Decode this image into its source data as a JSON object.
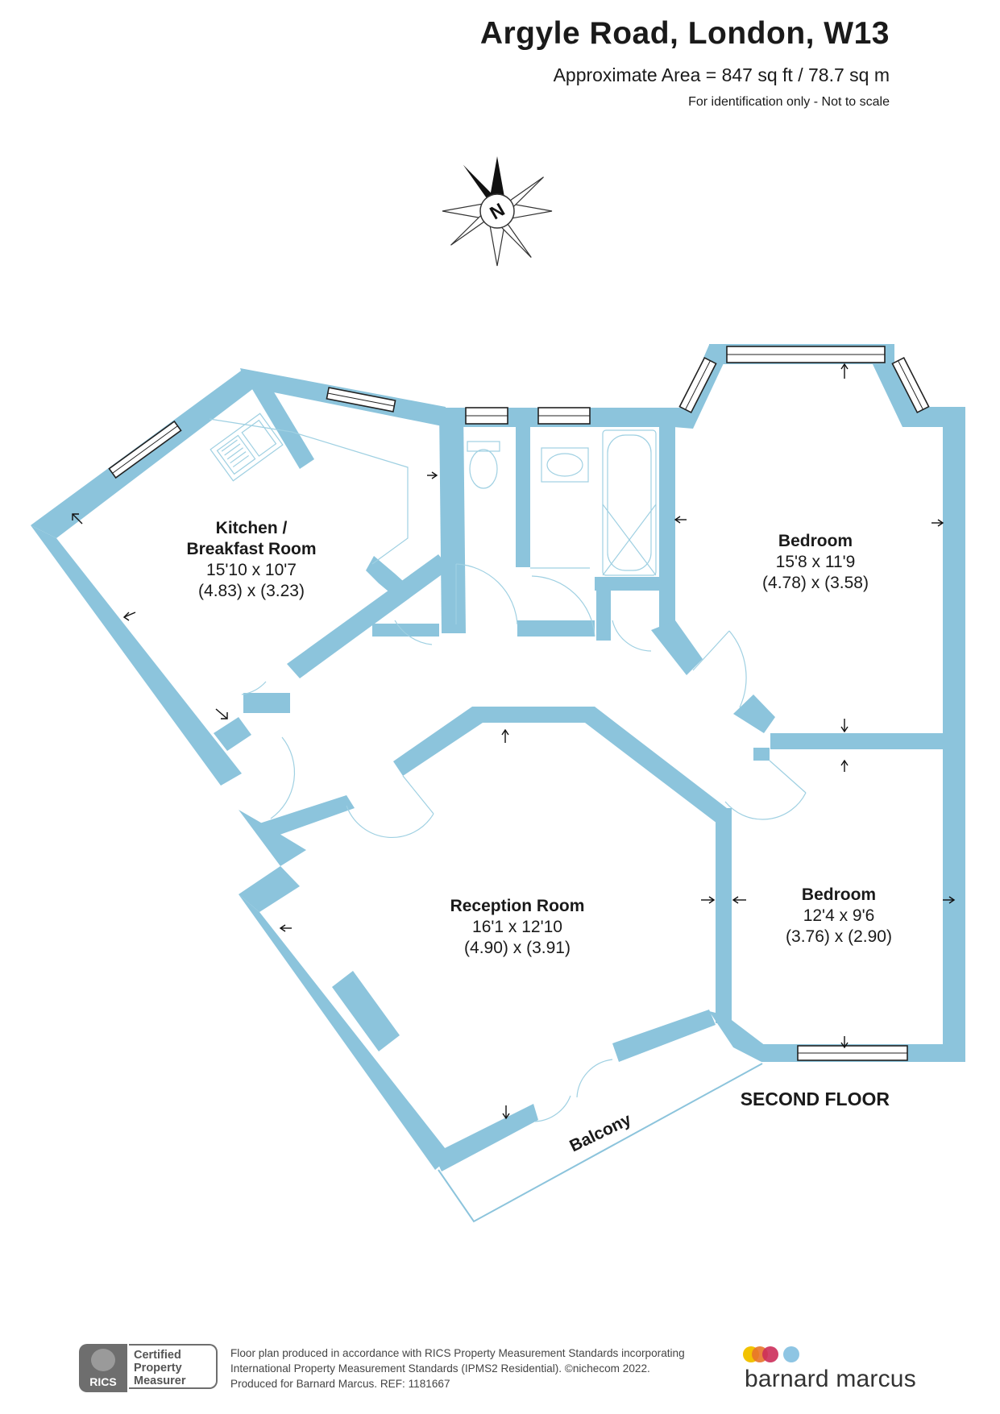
{
  "header": {
    "address": "Argyle Road, London, W13",
    "area": "Approximate Area = 847 sq ft / 78.7 sq m",
    "disclaimer": "For identification only - Not to scale"
  },
  "compass": {
    "label": "N",
    "icon": "compass-rose-icon"
  },
  "rooms": [
    {
      "name_line1": "Kitchen /",
      "name_line2": "Breakfast Room",
      "imperial": "15'10 x 10'7",
      "metric": "(4.83) x (3.23)"
    },
    {
      "name_line1": "Bedroom",
      "imperial": "15'8 x 11'9",
      "metric": "(4.78) x (3.58)"
    },
    {
      "name_line1": "Reception Room",
      "imperial": "16'1 x 12'10",
      "metric": "(4.90) x (3.91)"
    },
    {
      "name_line1": "Bedroom",
      "imperial": "12'4 x 9'6",
      "metric": "(3.76) x (2.90)"
    }
  ],
  "balcony_label": "Balcony",
  "floor_label": "SECOND FLOOR",
  "footer": {
    "line1": "Floor plan produced in accordance with RICS Property Measurement Standards incorporating",
    "line2": "International Property Measurement Standards (IPMS2 Residential).  ©nichecom 2022.",
    "line3": "Produced for Barnard Marcus.   REF:  1181667",
    "rics_word": "RICS",
    "cert_line1": "Certified",
    "cert_line2": "Property",
    "cert_line3": "Measurer",
    "brand": "barnard marcus"
  },
  "colors": {
    "wall": "#8cc4dc",
    "brand_dots": [
      "#f2c200",
      "#e8742a",
      "#cc2e5a",
      "#8ec5e3"
    ]
  }
}
